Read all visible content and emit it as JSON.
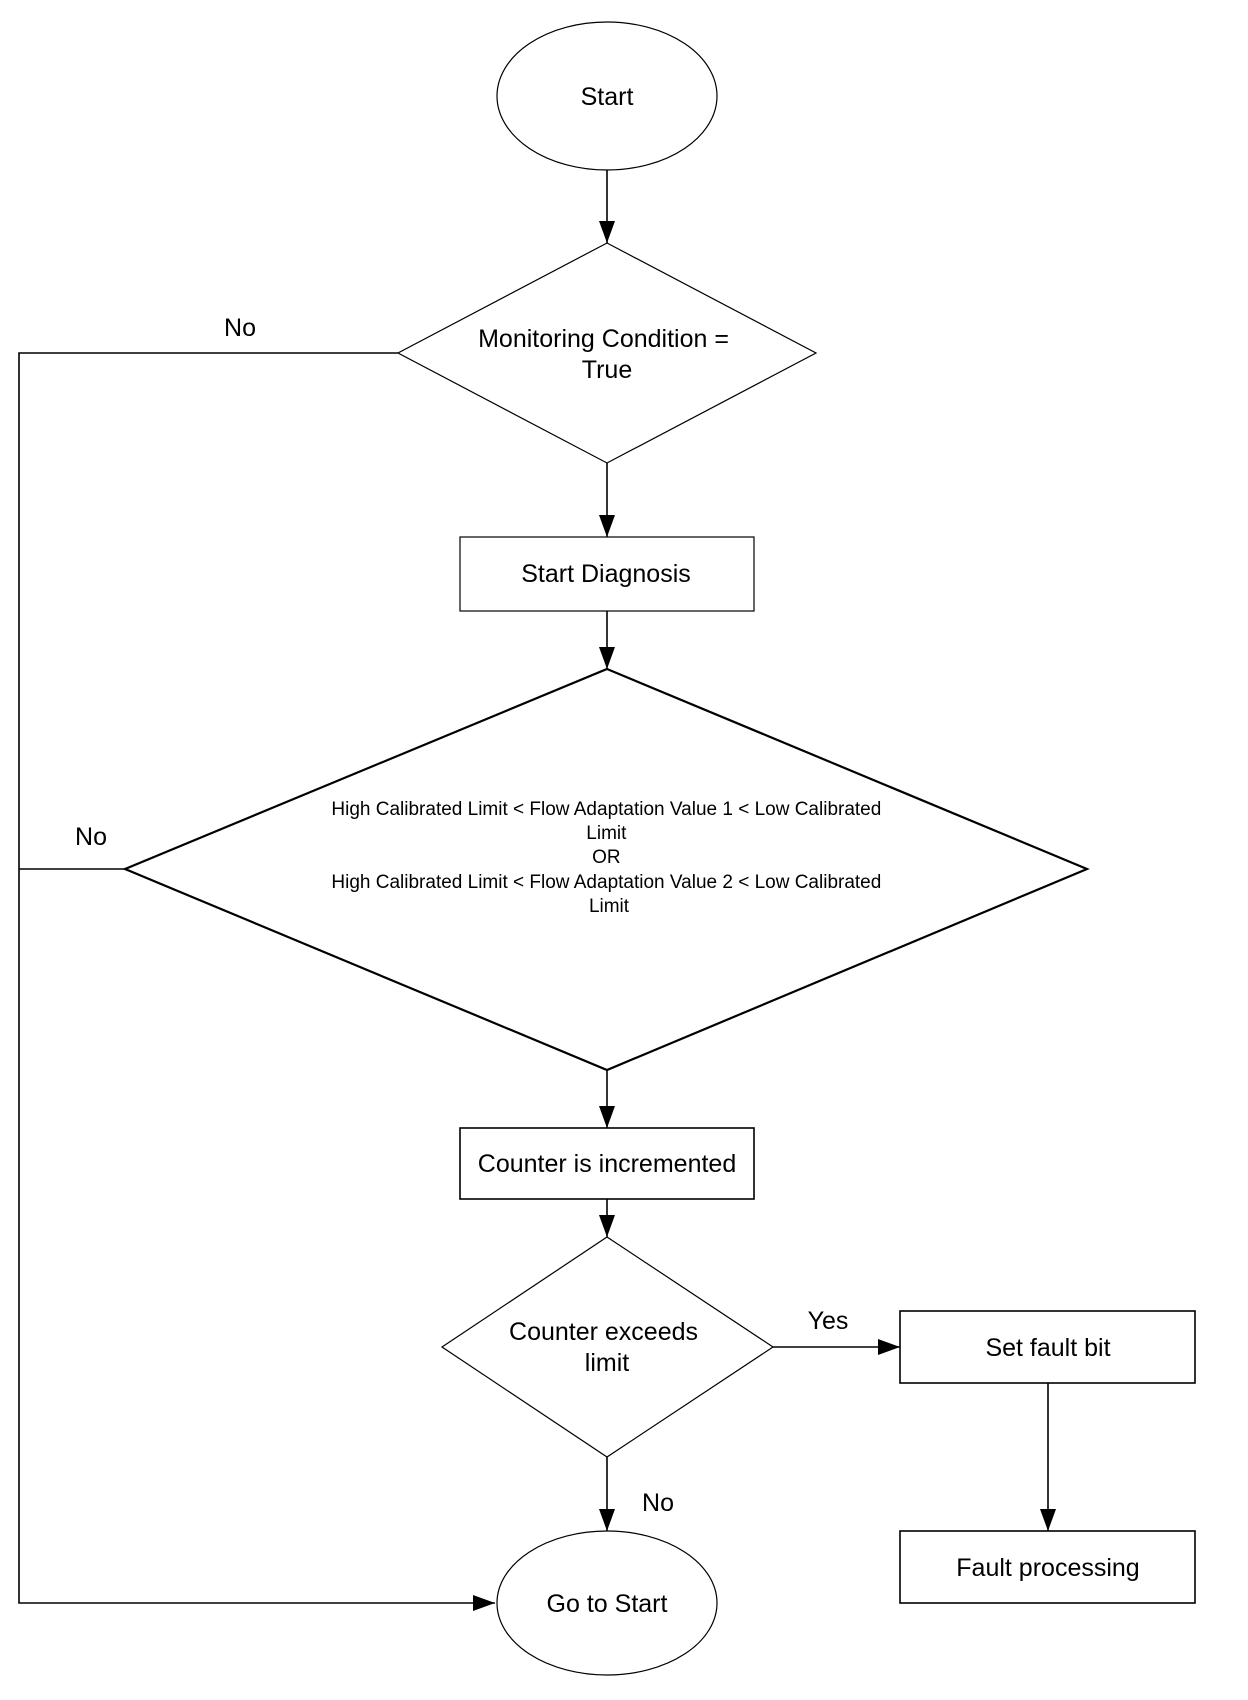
{
  "nodes": {
    "start": "Start",
    "monitoring": [
      "Monitoring Condition =",
      "True"
    ],
    "start_diagnosis": "Start Diagnosis",
    "flow_check": [
      "High Calibrated Limit < Flow Adaptation Value 1 < Low Calibrated",
      "Limit",
      "OR",
      "High Calibrated Limit < Flow Adaptation Value 2 < Low Calibrated",
      "Limit"
    ],
    "counter_incremented": "Counter is incremented",
    "counter_exceeds": [
      "Counter exceeds",
      "limit"
    ],
    "set_fault_bit": "Set fault bit",
    "fault_processing": "Fault processing",
    "go_to_start": "Go to Start"
  },
  "edge_labels": {
    "monitoring_no": "No",
    "flow_no": "No",
    "counter_yes": "Yes",
    "counter_no": "No"
  }
}
